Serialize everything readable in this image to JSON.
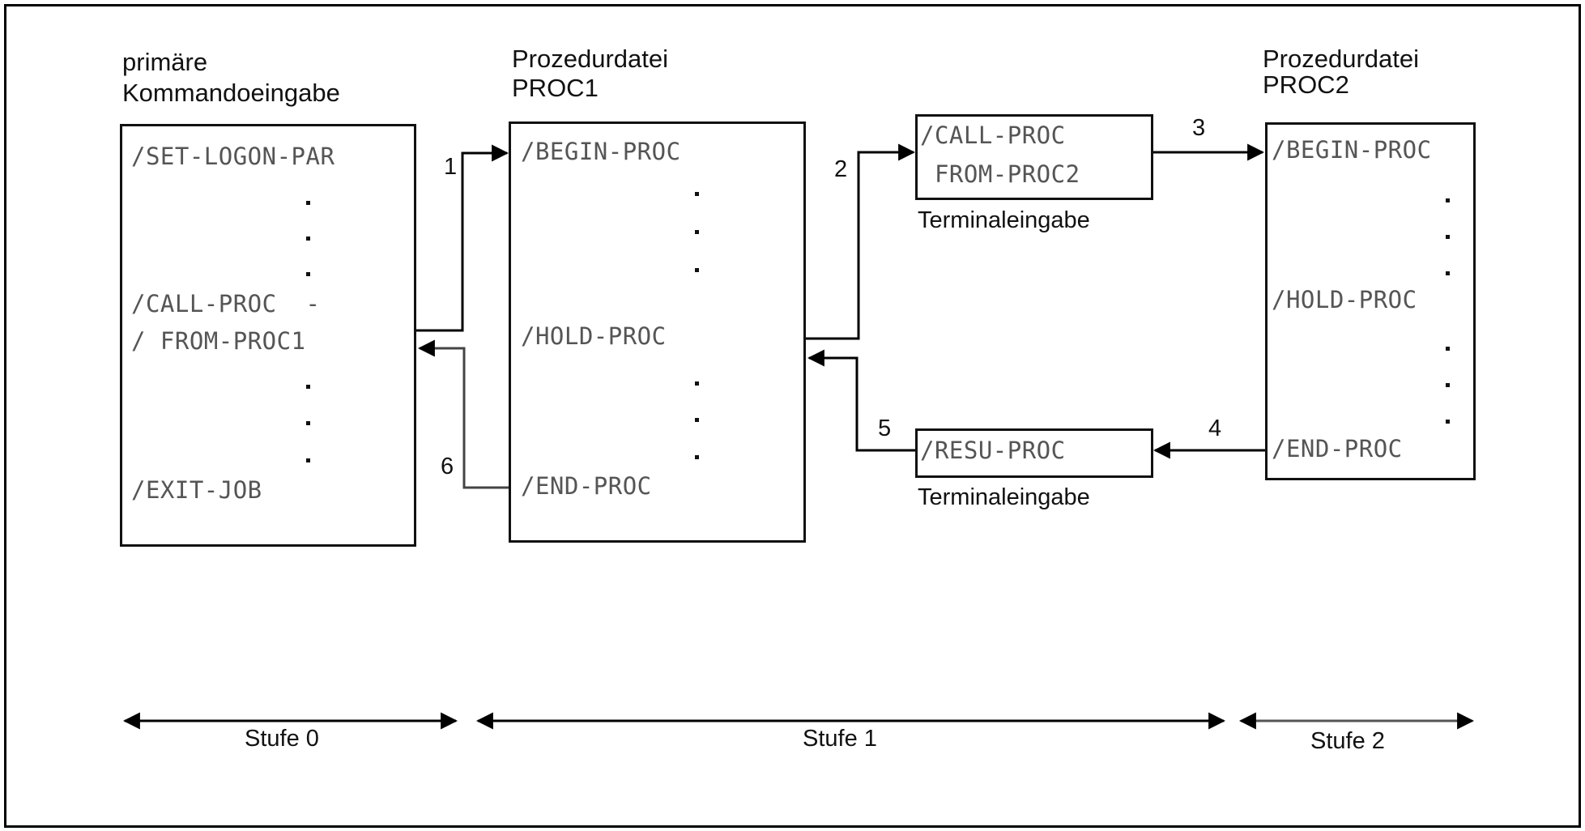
{
  "diagram": {
    "level0": {
      "title_line1": "primäre",
      "title_line2": "Kommandoeingabe",
      "lines": [
        "/SET-LOGON-PAR",
        "/CALL-PROC  -",
        "/ FROM-PROC1",
        "/EXIT-JOB"
      ]
    },
    "level1": {
      "title_line1": "Prozedurdatei",
      "title_line2": "PROC1",
      "lines": [
        "/BEGIN-PROC",
        "/HOLD-PROC",
        "/END-PROC"
      ]
    },
    "terminal_call": {
      "lines": [
        "/CALL-PROC",
        " FROM-PROC2"
      ],
      "caption": "Terminaleingabe"
    },
    "terminal_resume": {
      "lines": [
        "/RESU-PROC"
      ],
      "caption": "Terminaleingabe"
    },
    "level2": {
      "title_line1": "Prozedurdatei",
      "title_line2": "PROC2",
      "lines": [
        "/BEGIN-PROC",
        "/HOLD-PROC",
        "/END-PROC"
      ]
    },
    "step_numbers": [
      "1",
      "2",
      "3",
      "4",
      "5",
      "6"
    ],
    "stages": [
      "Stufe 0",
      "Stufe 1",
      "Stufe 2"
    ]
  }
}
